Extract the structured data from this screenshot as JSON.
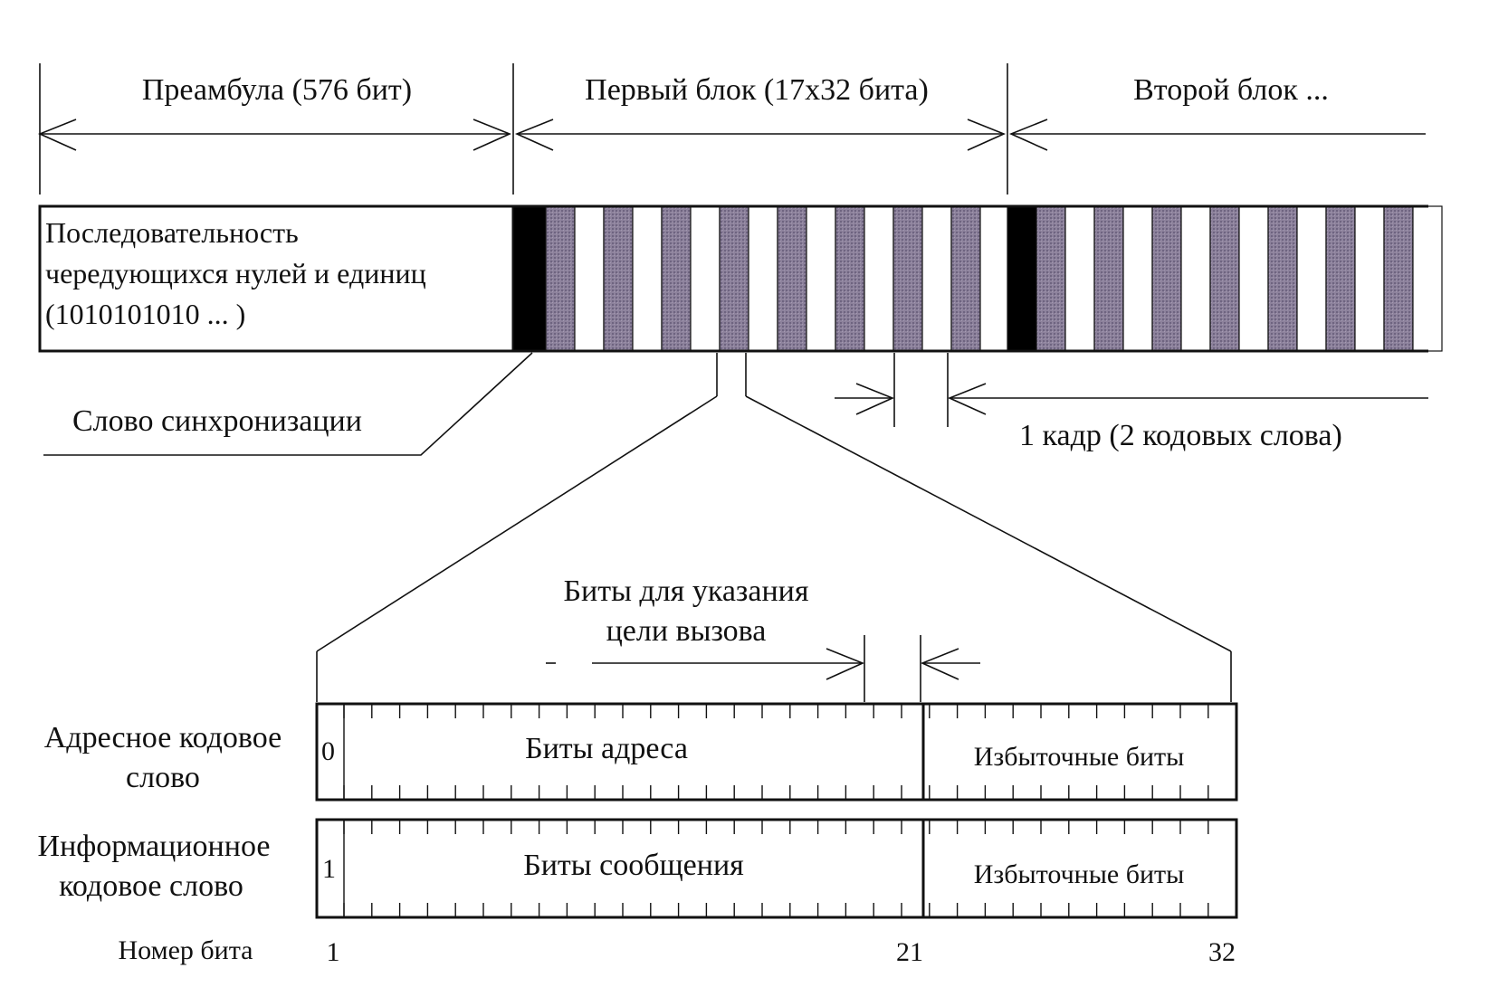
{
  "top_labels": {
    "preamble": "Преамбула (576 бит)",
    "first_block": "Первый блок (17x32 бита)",
    "second_block": "Второй блок ..."
  },
  "preamble_box": {
    "line1": "Последовательность",
    "line2": "чередующихся нулей и единиц",
    "line3": "(1010101010 ... )"
  },
  "sync_word_label": "Слово синхронизации",
  "frame_label": "1 кадр (2 кодовых слова)",
  "call_target_bits": {
    "line1": "Биты для указания",
    "line2": "цели вызова"
  },
  "address_codeword": {
    "row_label_line1": "Адресное кодовое",
    "row_label_line2": "слово",
    "flag_bit": "0",
    "main_label": "Биты адреса",
    "redundant_label": "Избыточные биты"
  },
  "info_codeword": {
    "row_label_line1": "Информационное",
    "row_label_line2": "кодовое слово",
    "flag_bit": "1",
    "main_label": "Биты сообщения",
    "redundant_label": "Избыточные биты"
  },
  "bit_number": {
    "label": "Номер бита",
    "ticks": [
      "1",
      "21",
      "32"
    ]
  },
  "colors": {
    "ink": "#111111",
    "sync_fill": "#000000",
    "codeword_fill": "#8a7f99"
  }
}
